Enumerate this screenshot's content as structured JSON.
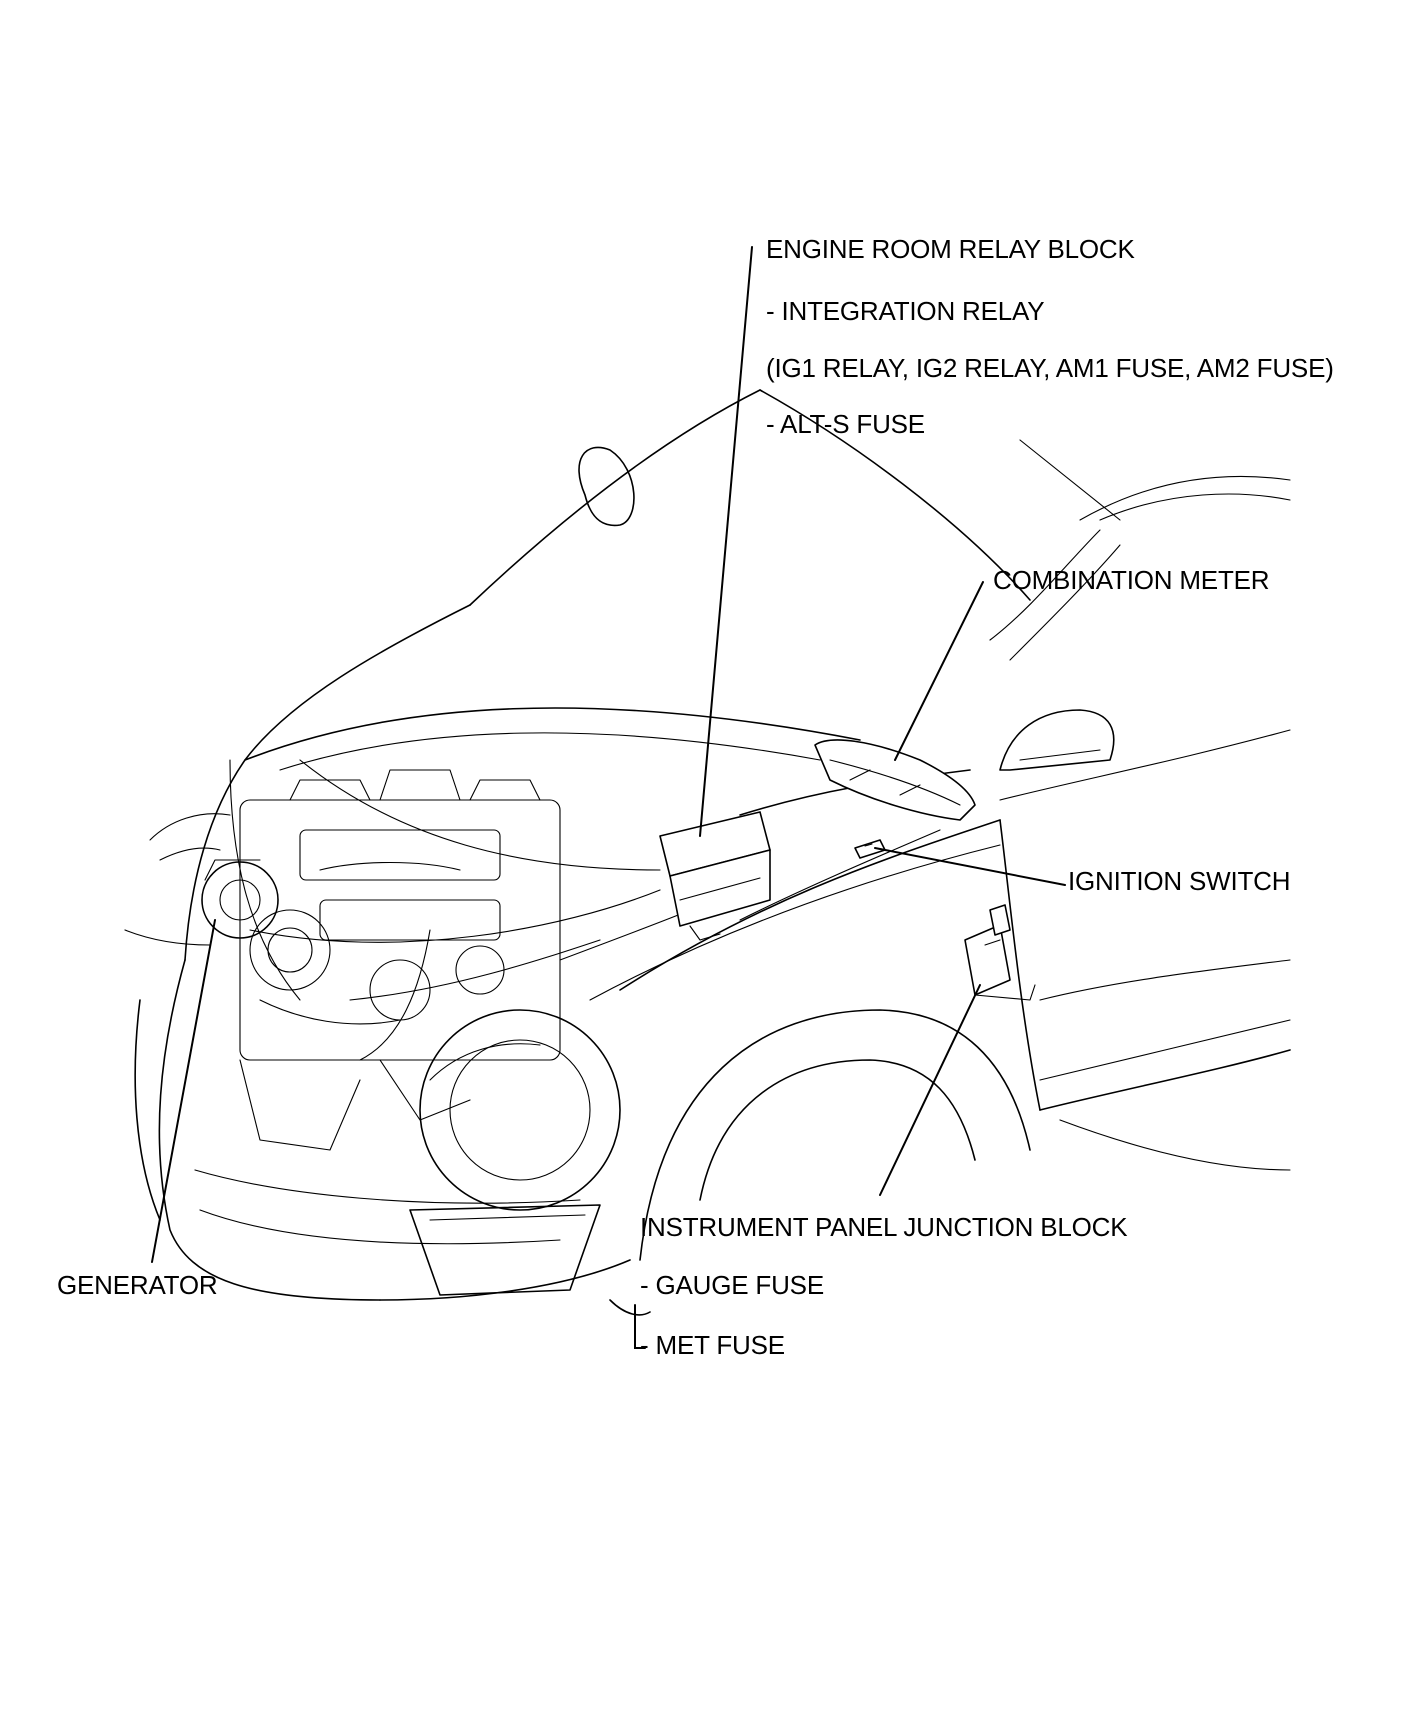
{
  "labels": {
    "engine_room_relay_block": "ENGINE ROOM RELAY BLOCK",
    "integration_relay": "- INTEGRATION RELAY",
    "integration_relay_contents": "(IG1 RELAY, IG2 RELAY, AM1 FUSE, AM2 FUSE)",
    "alt_s_fuse": "- ALT-S FUSE",
    "combination_meter": "COMBINATION METER",
    "ignition_switch": "IGNITION SWITCH",
    "instrument_panel_junction_block": "INSTRUMENT PANEL JUNCTION BLOCK",
    "gauge_fuse": "- GAUGE FUSE",
    "met_fuse": "- MET FUSE",
    "generator": "GENERATOR"
  }
}
